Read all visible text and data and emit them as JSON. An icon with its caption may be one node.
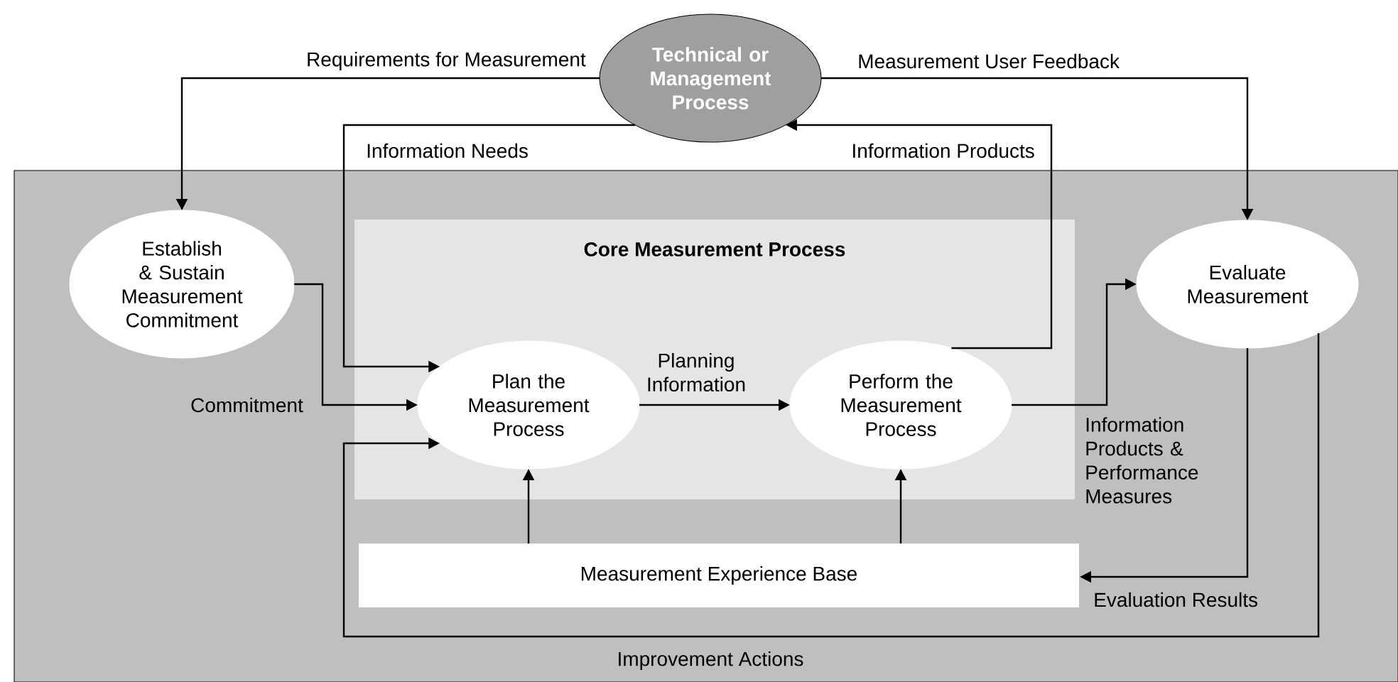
{
  "diagram": {
    "nodes": [
      {
        "text": [
          "Technical or Management Process"
        ]
      },
      {
        "text": [],
        "shape": "box"
      },
      {
        "text": [
          "Core Measurement Process"
        ],
        "in": 1
      },
      {
        "text": [
          "Establish & Sustain Measurement Commitment"
        ],
        "in": 1
      },
      {
        "text": [
          "Evaluate Measurement"
        ],
        "in": 1
      },
      {
        "text": [
          "Plan the Measurement Process"
        ],
        "in": 2
      },
      {
        "text": [
          "Perform the Measurement Process"
        ],
        "in": 2
      },
      {
        "text": [
          "Measurement Experience Base"
        ],
        "in": 1
      }
    ],
    "edges": [
      {
        "from": 0,
        "to": 3,
        "arrow": "to",
        "label": "Requirements for Measurement"
      },
      {
        "from": 0,
        "to": 4,
        "arrow": "to",
        "label": "Measurement User Feedback"
      },
      {
        "from": 0,
        "to": 5,
        "arrow": "to",
        "label": "Information Needs"
      },
      {
        "from": 6,
        "to": 0,
        "arrow": "to",
        "label": "Information Products"
      },
      {
        "from": 3,
        "to": 5,
        "arrow": "to",
        "label": "Commitment"
      },
      {
        "from": 5,
        "to": 6,
        "arrow": "to",
        "label": "Planning Information"
      },
      {
        "from": 6,
        "to": 4,
        "arrow": "to",
        "label": "Information Products & Performance Measures"
      },
      {
        "from": 4,
        "to": 7,
        "arrow": "to",
        "label": "Evaluation Results"
      },
      {
        "from": 4,
        "to": 5,
        "arrow": "to",
        "label": "Improvement Actions"
      },
      {
        "from": 7,
        "to": 5,
        "arrow": "to"
      },
      {
        "from": 7,
        "to": 6,
        "arrow": "to"
      }
    ]
  }
}
